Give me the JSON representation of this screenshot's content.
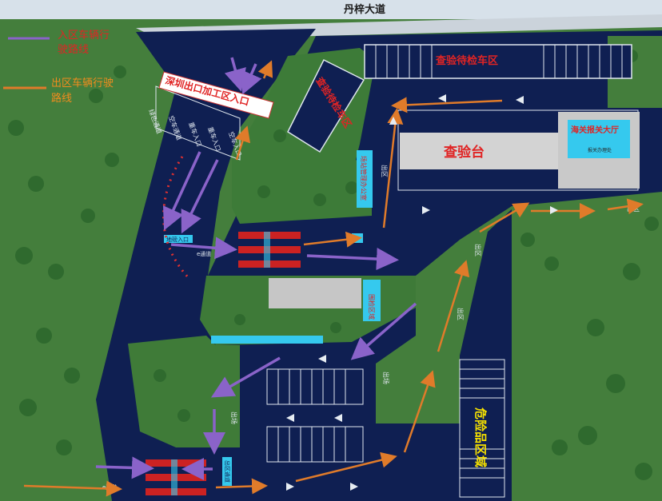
{
  "map": {
    "road_name": "丹梓大道",
    "legend": {
      "inbound_label_1": "入区车辆行",
      "inbound_label_2": "驶路线",
      "outbound_label_1": "出区车辆行驶",
      "outbound_label_2": "路线",
      "inbound_color": "#8a63c9",
      "outbound_color": "#e07b2a"
    },
    "gate_sign": "深圳出口加工区入口",
    "lanes": [
      "绿色通道",
      "空车通道",
      "重车入口",
      "重车入口",
      "空车入口"
    ],
    "buildings": {
      "parking_top": "查验待检车区",
      "parking_left": "查验待检车区",
      "inspection": "查验台",
      "customs_hall": "海关报关大厅",
      "customs_sub": "报关办理处",
      "site_office": "场站管理办公室",
      "control_zone": "围检区域",
      "hazard_zone": "危险品区域"
    },
    "small_labels": {
      "in_area": "入区",
      "out_area": "出区",
      "out_area_2": "出区",
      "out_field": "出场",
      "out_field_2": "出场",
      "exit_lane": "出区",
      "in_lane": "出区",
      "hazard_in": "出场",
      "rl_label": "出区",
      "lane_a": "e通道",
      "lane_b": "e通道",
      "lane_c": "e通道",
      "lane_d": "e通道",
      "ch_bottom": "出区通道",
      "out_gate": "出口",
      "in_gate": "地磅入口"
    },
    "colors": {
      "road": "#0f1f52",
      "grass": "#3f7a3a",
      "building": "#c9c9c9",
      "red_text": "#e02424",
      "yellow_text": "#f5e000",
      "cyan": "#35c9ee",
      "booth": "#cc2222"
    }
  }
}
